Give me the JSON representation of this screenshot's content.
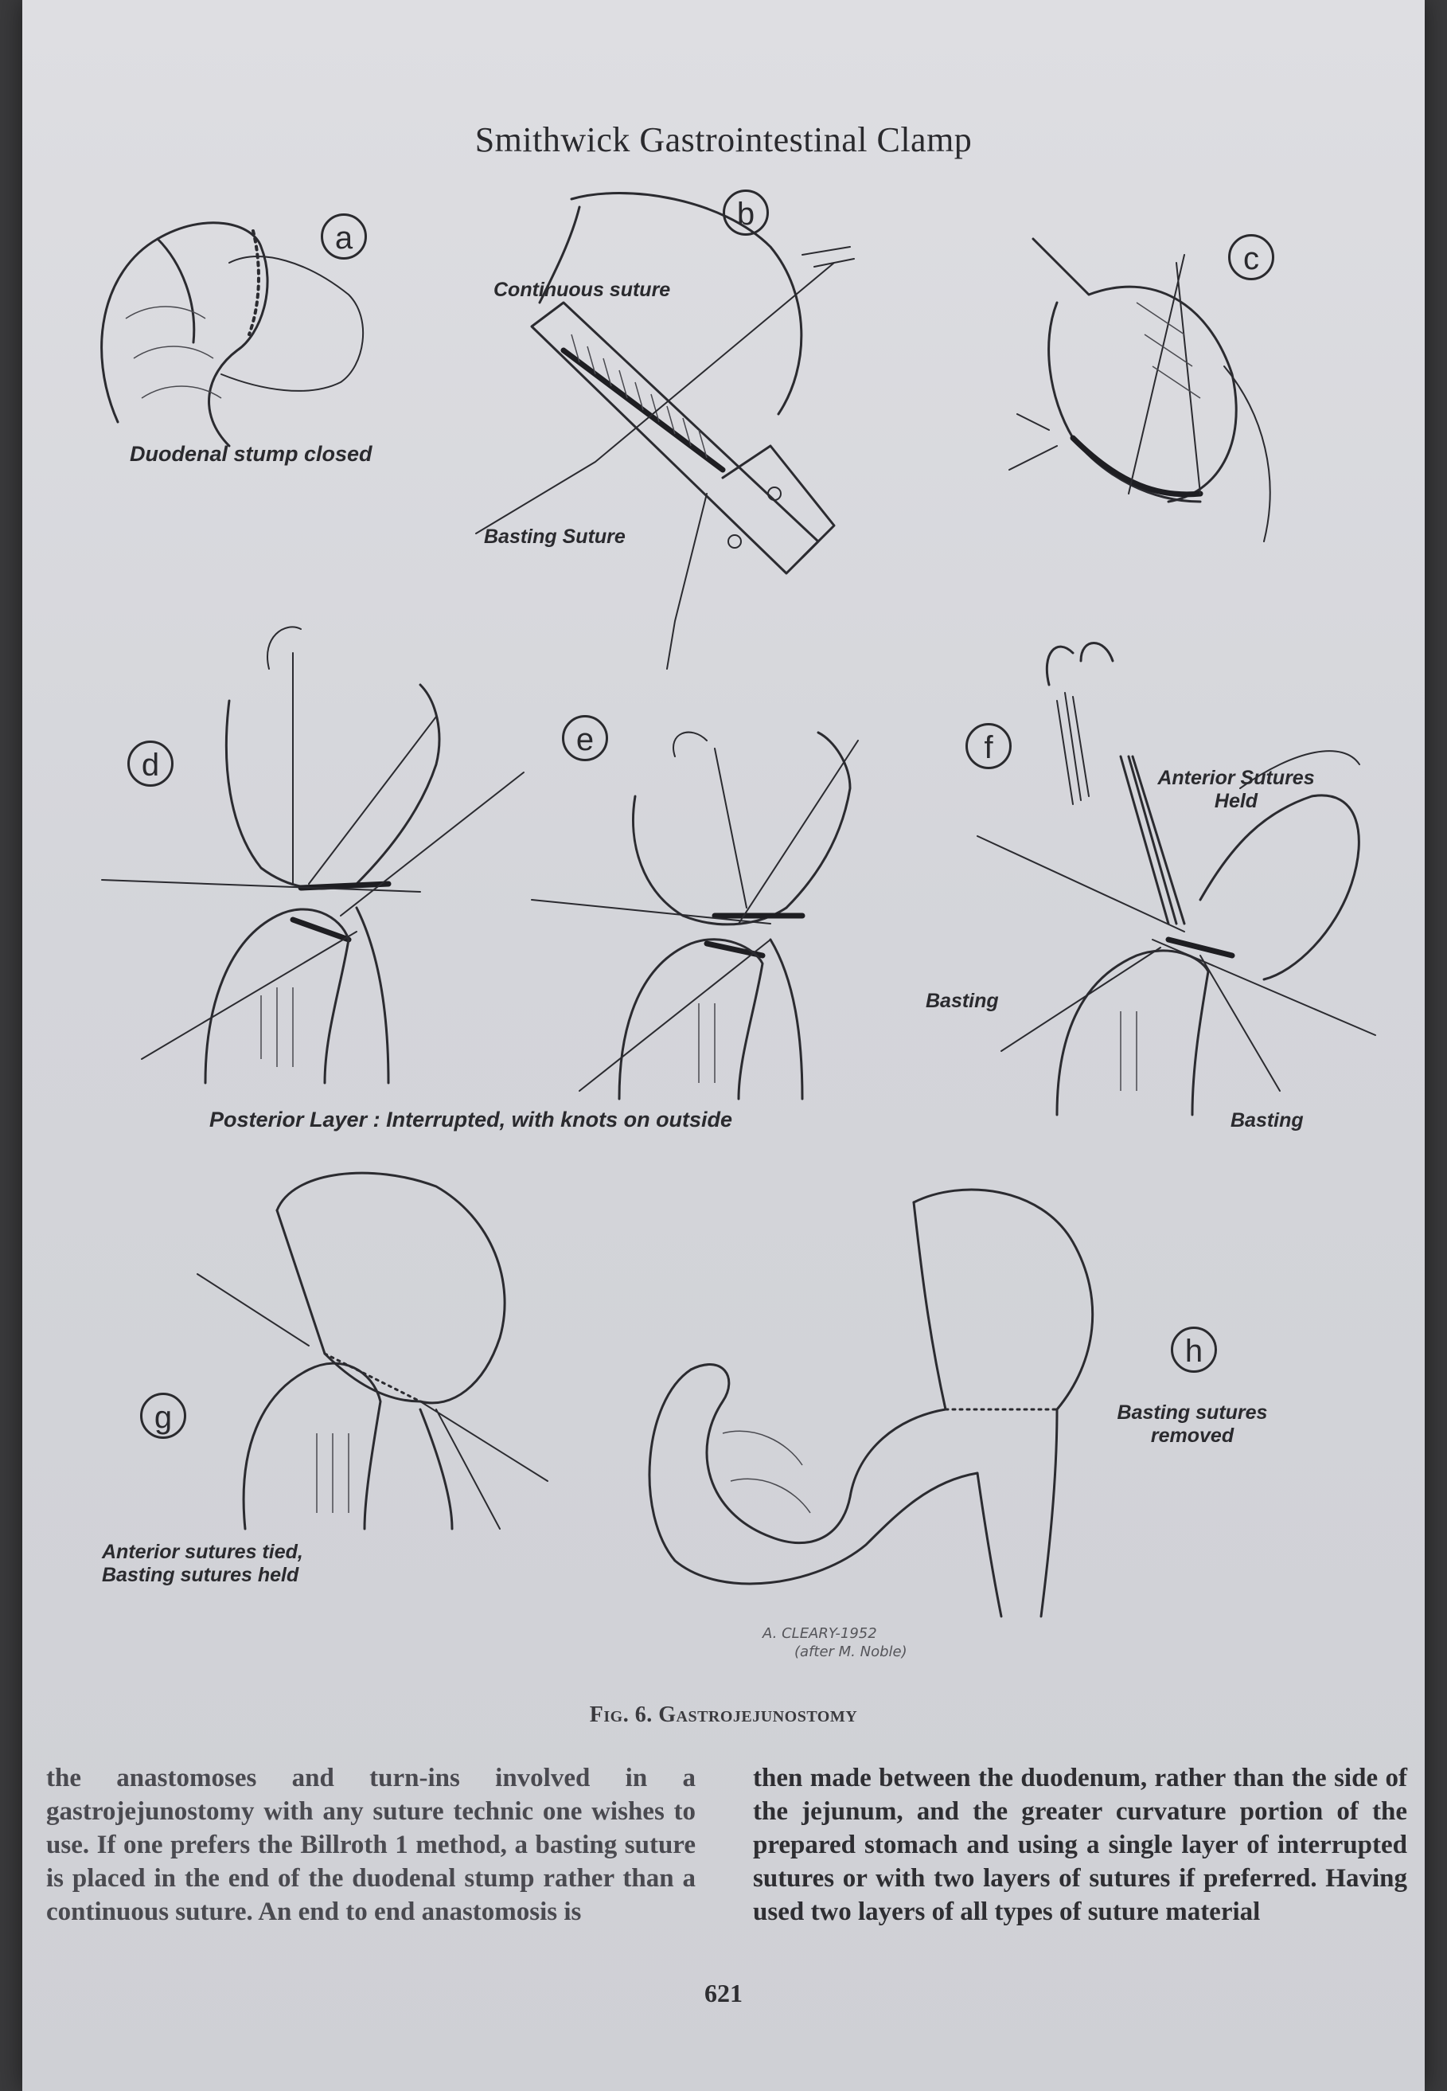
{
  "header": {
    "title": "Smithwick Gastrointestinal Clamp"
  },
  "panels": {
    "a": {
      "letter": "a",
      "label": "Duodenal stump closed"
    },
    "b": {
      "letter": "b",
      "label_top": "Continuous suture",
      "label_bottom": "Basting Suture"
    },
    "c": {
      "letter": "c"
    },
    "d": {
      "letter": "d"
    },
    "e": {
      "letter": "e"
    },
    "f": {
      "letter": "f",
      "label_top_line1": "Anterior Sutures",
      "label_top_line2": "Held",
      "label_left": "Basting",
      "label_right": "Basting"
    },
    "row2_label": "Posterior Layer : Interrupted, with knots on outside",
    "g": {
      "letter": "g",
      "label_line1": "Anterior sutures tied,",
      "label_line2": "Basting sutures held"
    },
    "h": {
      "letter": "h",
      "label_line1": "Basting sutures",
      "label_line2": "removed"
    }
  },
  "signature": {
    "line1": "A. CLEARY-1952",
    "line2": "(after M. Noble)"
  },
  "figure_caption": "Fig. 6. Gastrojejunostomy",
  "body": {
    "left_column": "the anastomoses and turn-ins involved in a gastrojejunostomy with any suture technic one wishes to use. If one prefers the Billroth 1 method, a basting suture is placed in the end of the duodenal stump rather than a continuous suture. An end to end anastomosis is",
    "right_column": "then made between the duodenum, rather than the side of the jejunum, and the greater curvature portion of the prepared stomach and using a single layer of interrupted sutures or with two layers of sutures if preferred. Having used two layers of all types of suture material"
  },
  "page_number": "621",
  "colors": {
    "paper": "#d8d9de",
    "ink": "#2b2b30",
    "background": "#3a3a3c"
  }
}
